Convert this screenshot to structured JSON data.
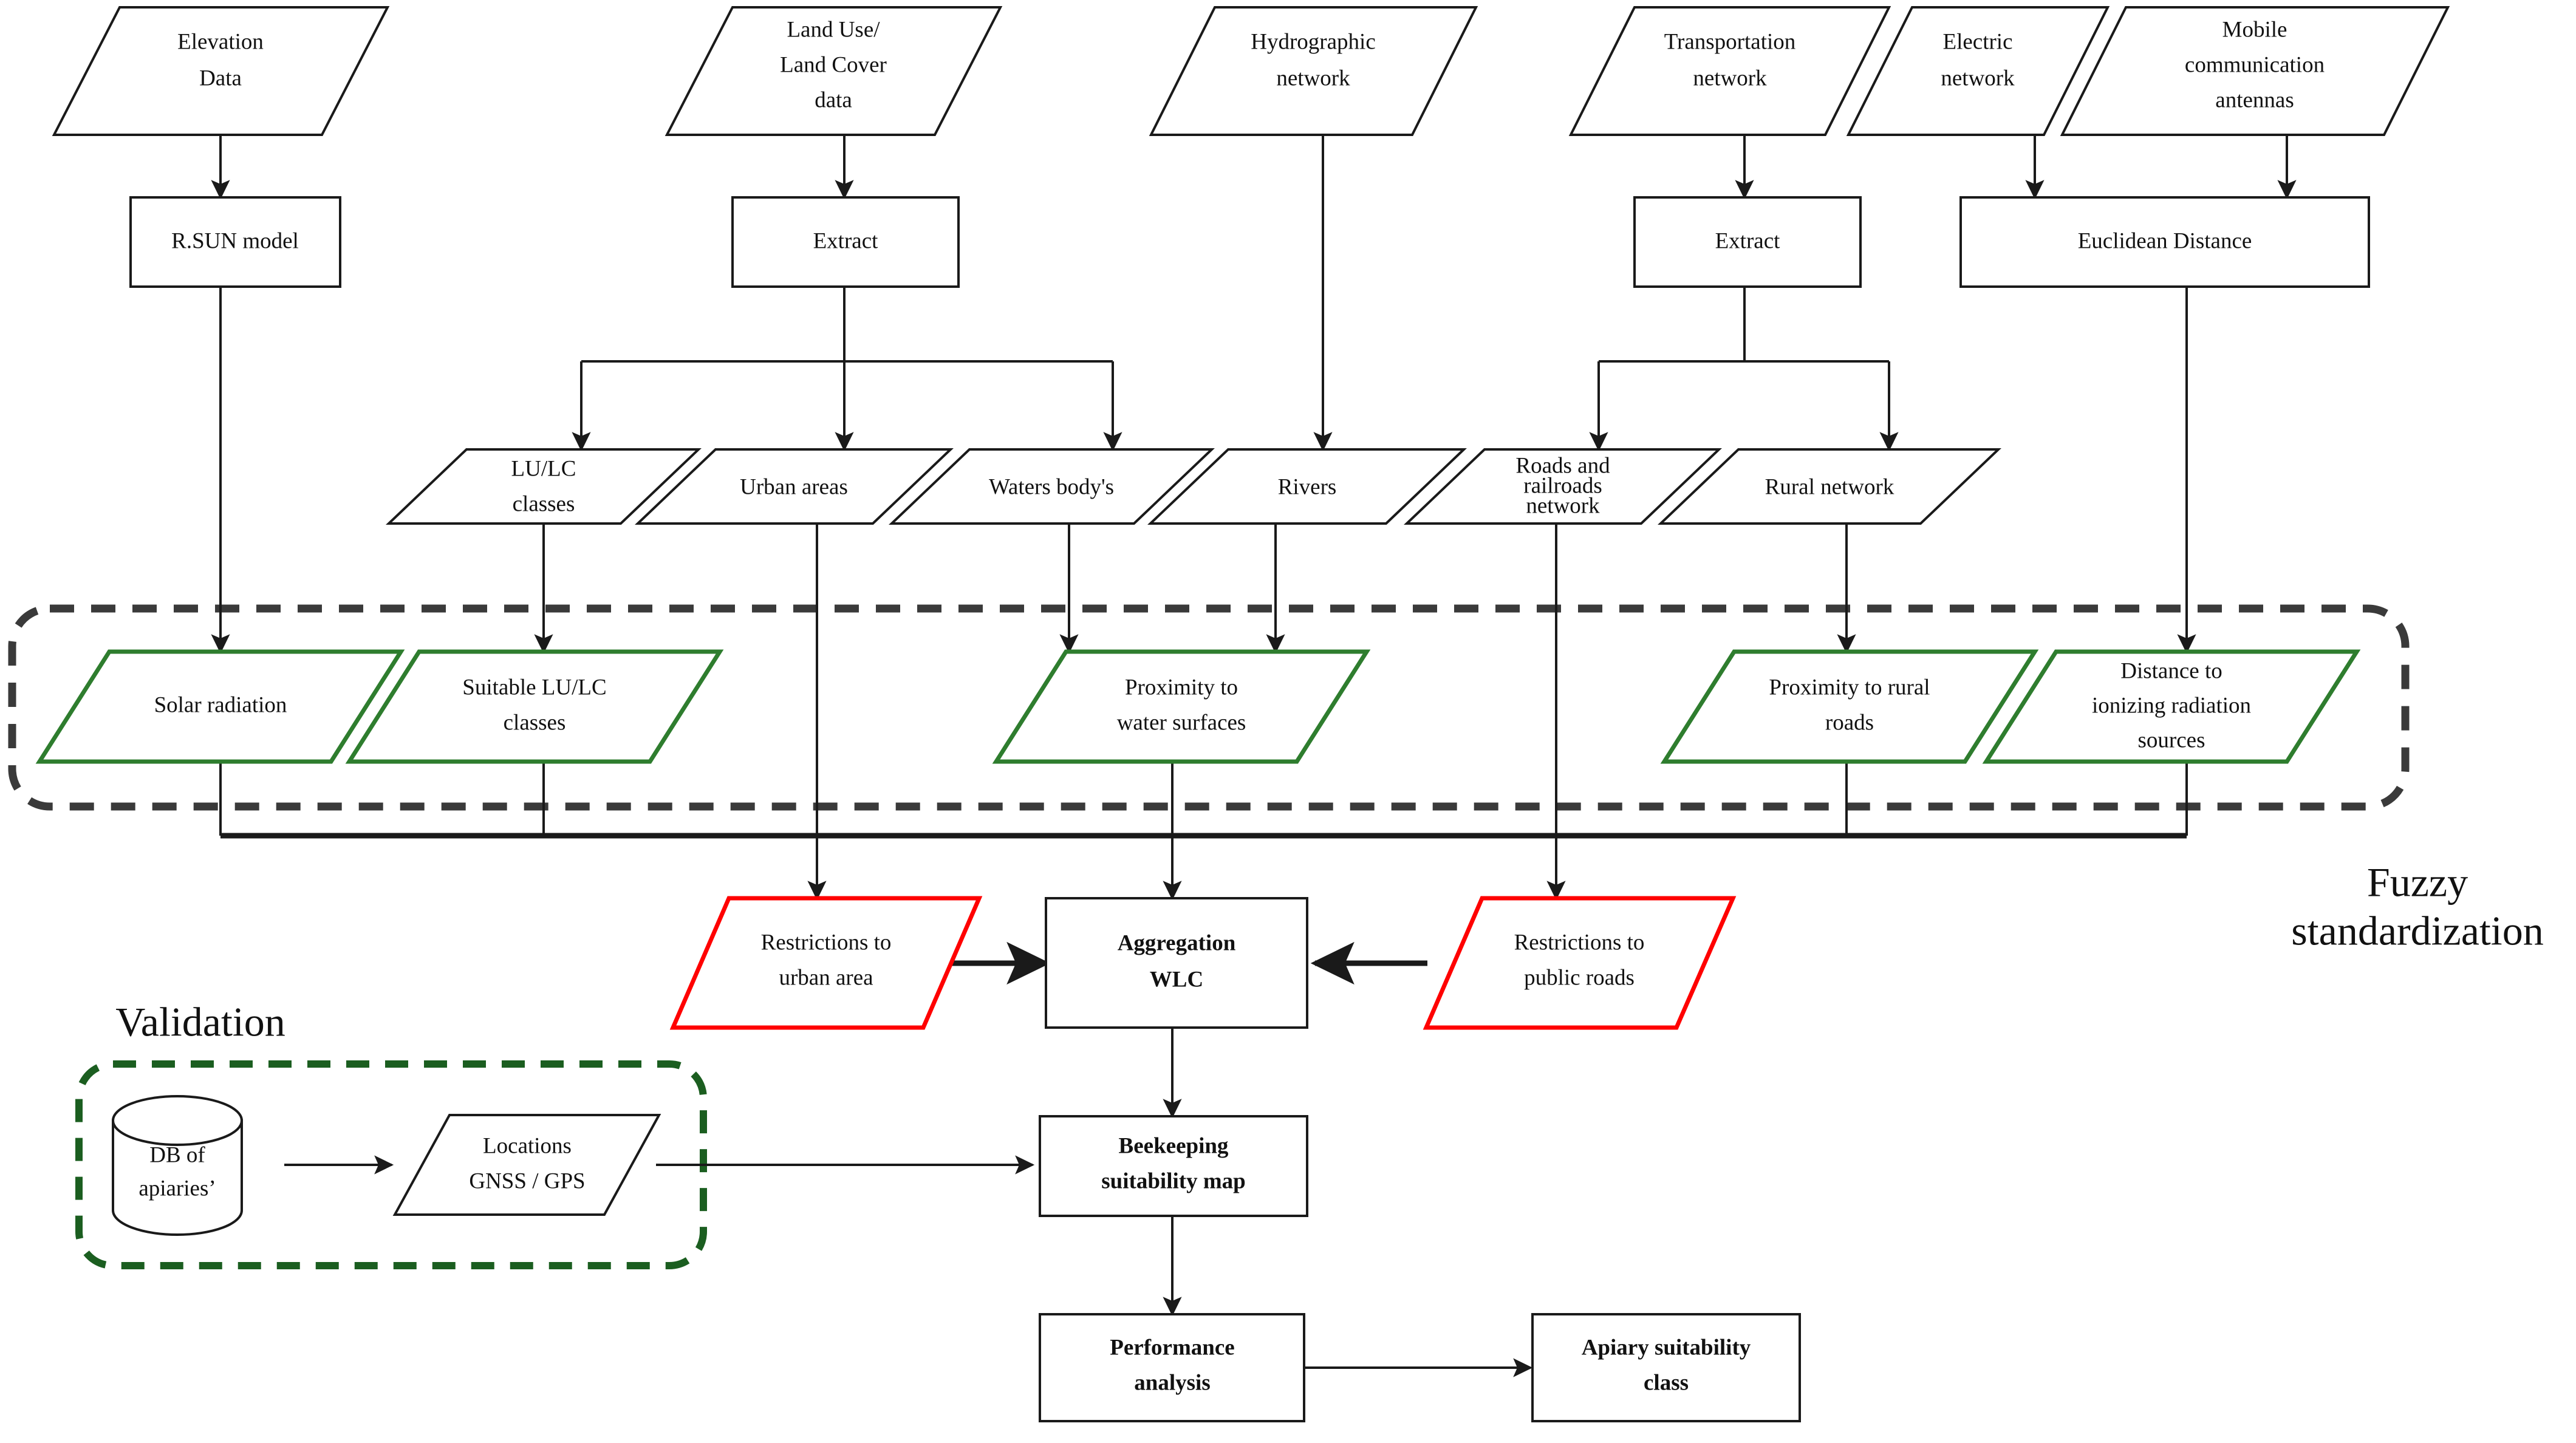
{
  "diagram": {
    "type": "flowchart",
    "title": "Beekeeping suitability methodology flowchart",
    "colors": {
      "black": "#1a1a1a",
      "green": "#2e7d2e",
      "dark_green": "#1b5e20",
      "red": "#ff0000",
      "dash_gray": "#3a3a3a",
      "background": "#ffffff"
    }
  },
  "inputs": [
    {
      "id": "elevation-data",
      "label_line1": "Elevation",
      "label_line2": "Data"
    },
    {
      "id": "landuse-landcover-data",
      "label_line1": "Land Use/",
      "label_line2": "Land Cover",
      "label_line3": "data"
    },
    {
      "id": "hydrographic-network",
      "label_line1": "Hydrographic",
      "label_line2": "network"
    },
    {
      "id": "transportation-network",
      "label_line1": "Transportation",
      "label_line2": "network"
    },
    {
      "id": "electric-network",
      "label_line1": "Electric",
      "label_line2": "network"
    },
    {
      "id": "mobile-communication-antennas",
      "label_line1": "Mobile",
      "label_line2": "communication",
      "label_line3": "antennas"
    }
  ],
  "processes": [
    {
      "id": "rsun-model",
      "label": "R.SUN model"
    },
    {
      "id": "extract-lulc",
      "label": "Extract"
    },
    {
      "id": "extract-transport",
      "label": "Extract"
    },
    {
      "id": "euclidean-distance",
      "label": "Euclidean Distance"
    }
  ],
  "intermediates": [
    {
      "id": "lulc-classes",
      "label_line1": "LU/LC",
      "label_line2": "classes"
    },
    {
      "id": "urban-areas",
      "label_line1": "Urban areas"
    },
    {
      "id": "waters-bodys",
      "label_line1": "Waters body's"
    },
    {
      "id": "rivers",
      "label_line1": "Rivers"
    },
    {
      "id": "roads-railroads-network",
      "label_line1": "Roads and",
      "label_line2": "railroads",
      "label_line3": "network"
    },
    {
      "id": "rural-network",
      "label_line1": "Rural network"
    }
  ],
  "fuzzy_group": {
    "title_line1": "Fuzzy",
    "title_line2": "standardization",
    "criteria": [
      {
        "id": "solar-radiation",
        "label_line1": "Solar radiation"
      },
      {
        "id": "suitable-lulc-classes",
        "label_line1": "Suitable LU/LC",
        "label_line2": "classes"
      },
      {
        "id": "proximity-to-water-surfaces",
        "label_line1": "Proximity to",
        "label_line2": "water surfaces"
      },
      {
        "id": "proximity-to-rural-roads",
        "label_line1": "Proximity to rural",
        "label_line2": "roads"
      },
      {
        "id": "distance-to-ionizing-radiation-sources",
        "label_line1": "Distance to",
        "label_line2": "ionizing radiation",
        "label_line3": "sources"
      }
    ]
  },
  "restrictions": [
    {
      "id": "restrictions-to-urban-area",
      "label_line1": "Restrictions to",
      "label_line2": "urban area"
    },
    {
      "id": "restrictions-to-public-roads",
      "label_line1": "Restrictions to",
      "label_line2": "public roads"
    }
  ],
  "outputs": [
    {
      "id": "aggregation-wlc",
      "label_line1": "Aggregation",
      "label_line2": "WLC",
      "bold": true
    },
    {
      "id": "beekeeping-suitability-map",
      "label_line1": "Beekeeping",
      "label_line2": "suitability map",
      "bold": true
    },
    {
      "id": "performance-analysis",
      "label_line1": "Performance",
      "label_line2": "analysis",
      "bold": true
    },
    {
      "id": "apiary-suitability-class",
      "label_line1": "Apiary suitability",
      "label_line2": "class",
      "bold": true
    }
  ],
  "validation_group": {
    "title": "Validation",
    "nodes": [
      {
        "id": "db-of-apiaries",
        "label_line1": "DB of",
        "label_line2": "apiaries’",
        "shape": "cylinder"
      },
      {
        "id": "locations-gnss-gps",
        "label_line1": "Locations",
        "label_line2": "GNSS / GPS",
        "shape": "parallelogram"
      }
    ]
  }
}
